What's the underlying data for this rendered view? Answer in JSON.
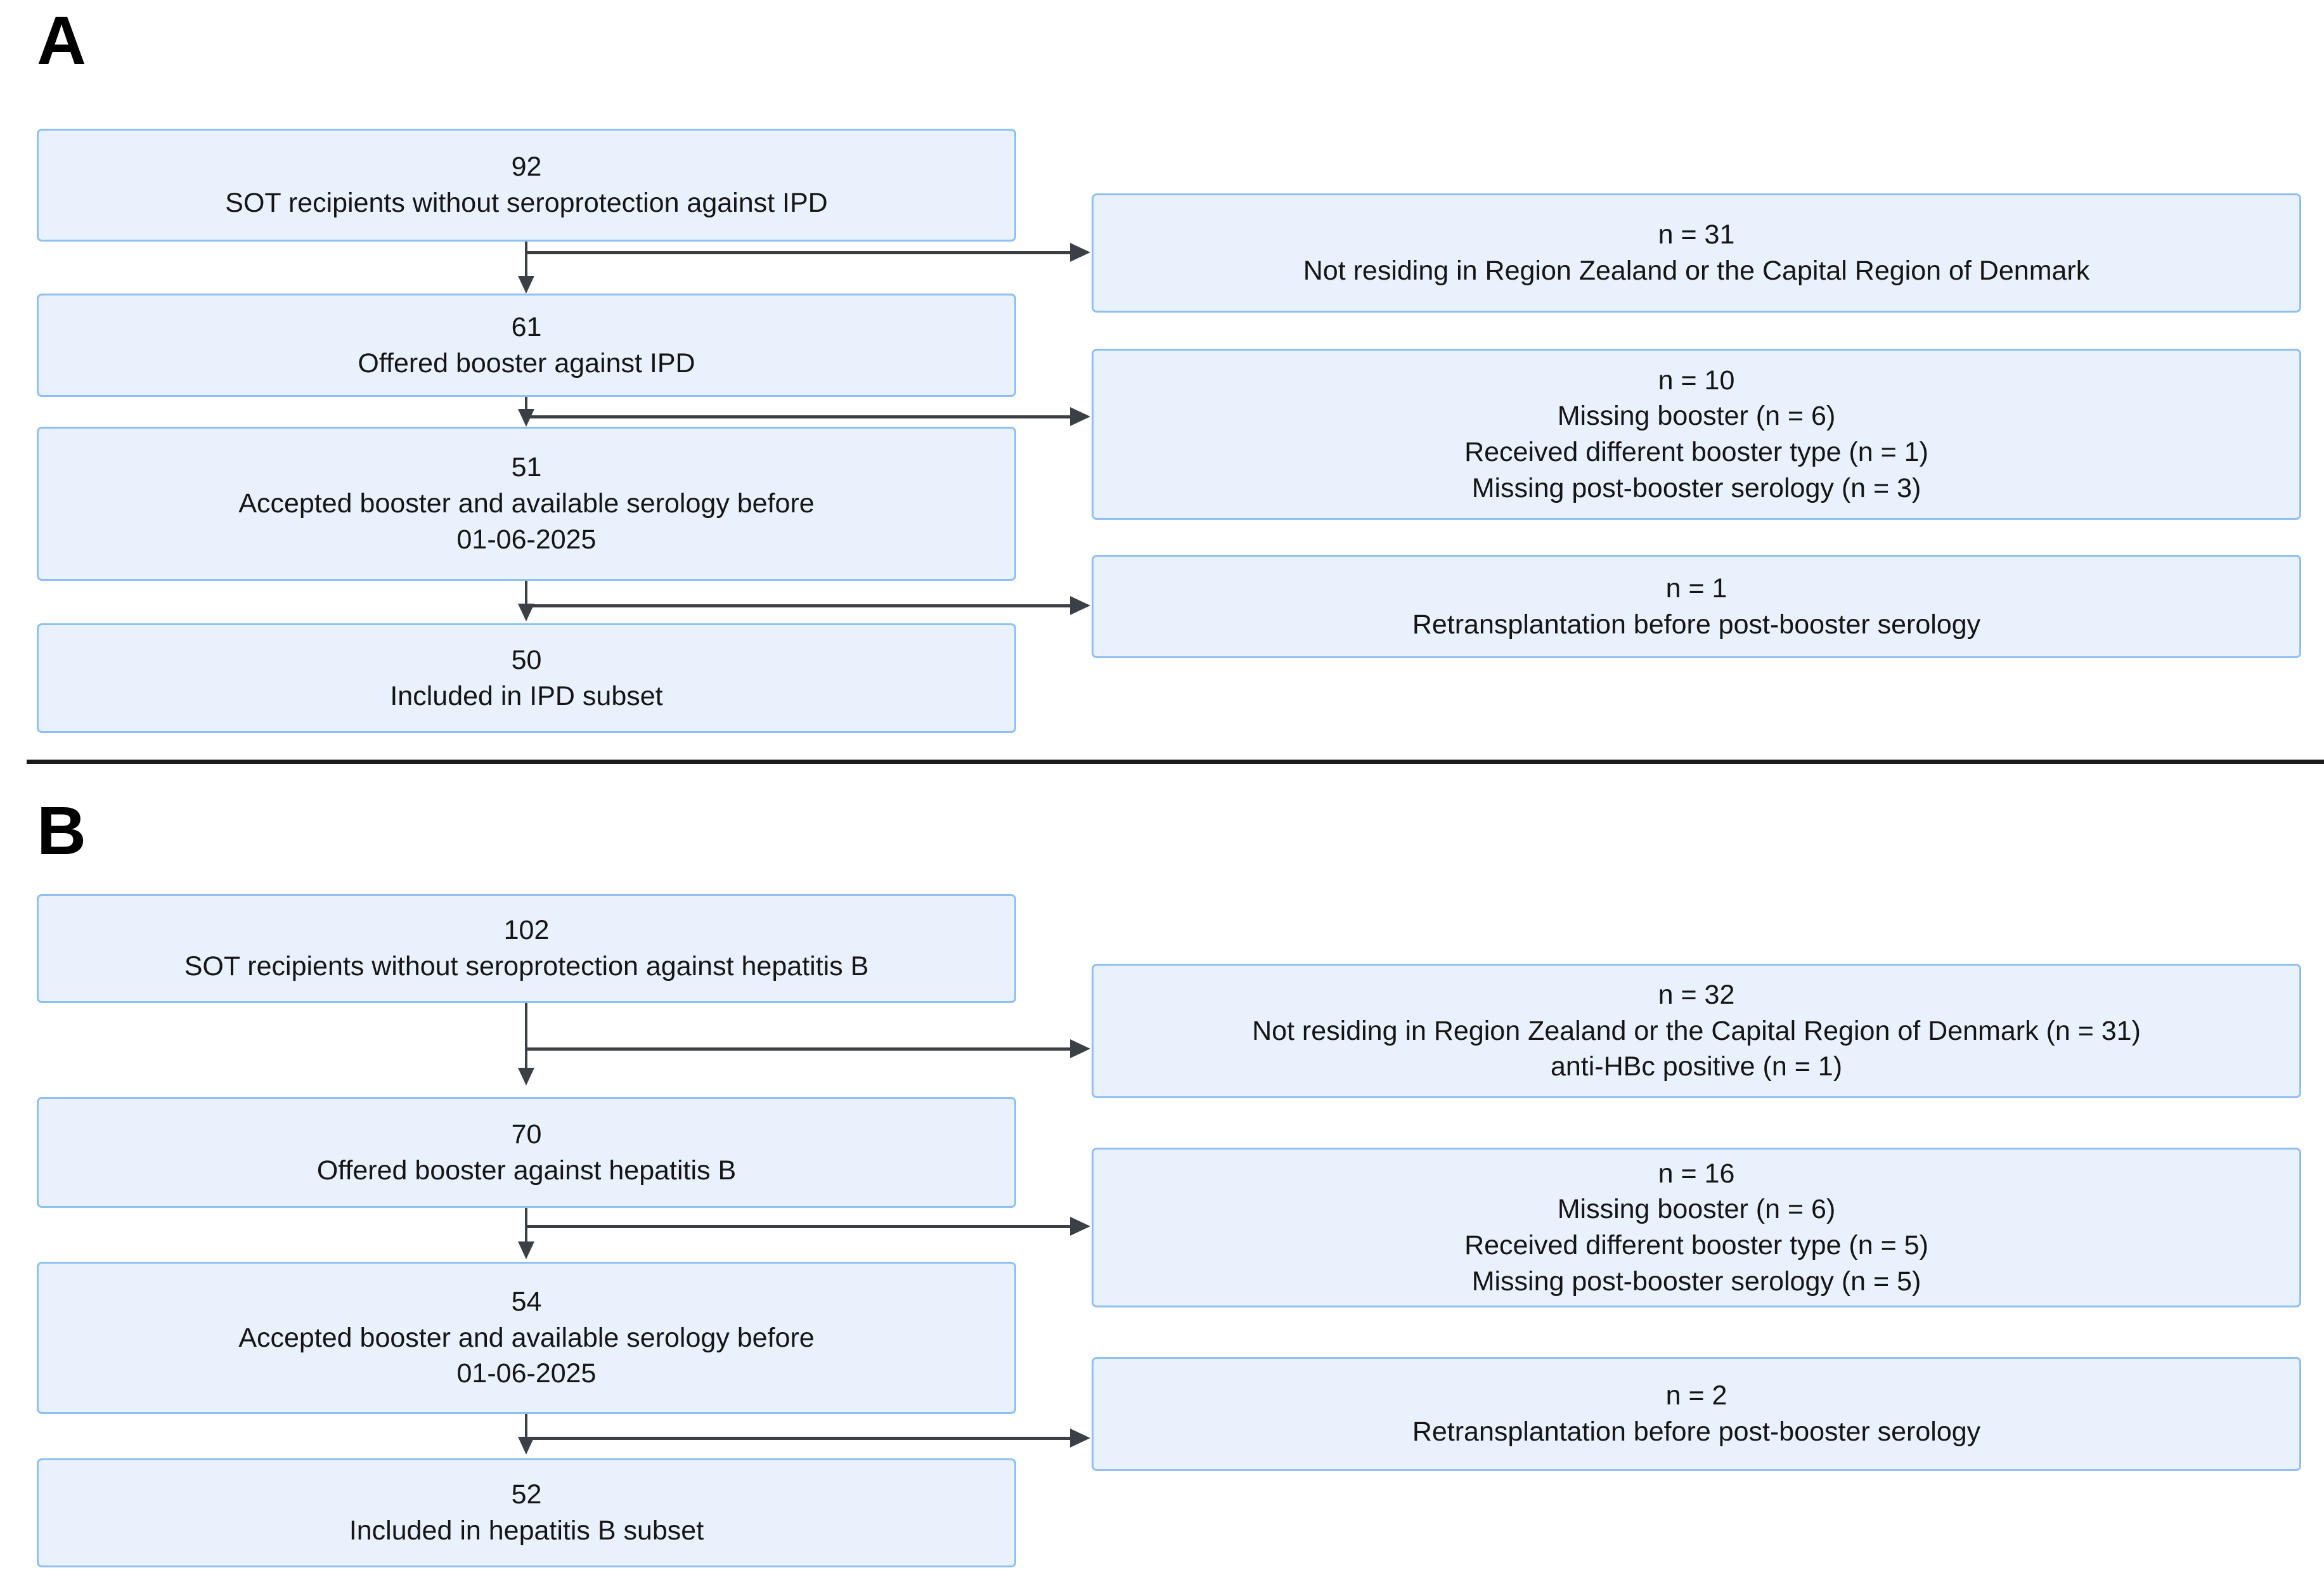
{
  "figure": {
    "panels": [
      {
        "letter": "A",
        "flow": [
          {
            "count": "92",
            "label": "SOT recipients without seroprotection against IPD"
          },
          {
            "count": "61",
            "label": "Offered booster against IPD"
          },
          {
            "count": "51",
            "label": "Accepted booster and available serology before",
            "label2": "01-06-2025"
          },
          {
            "count": "50",
            "label": "Included in IPD subset"
          }
        ],
        "exclusions": [
          {
            "n": "n = 31",
            "reasons": [
              "Not residing in Region Zealand or the Capital Region of Denmark"
            ]
          },
          {
            "n": "n = 10",
            "reasons": [
              "Missing booster (n = 6)",
              "Received different booster type (n = 1)",
              "Missing post-booster serology (n = 3)"
            ]
          },
          {
            "n": "n = 1",
            "reasons": [
              "Retransplantation before post-booster serology"
            ]
          }
        ]
      },
      {
        "letter": "B",
        "flow": [
          {
            "count": "102",
            "label": "SOT recipients without seroprotection against hepatitis B"
          },
          {
            "count": "70",
            "label": "Offered booster against hepatitis B"
          },
          {
            "count": "54",
            "label": "Accepted booster and available serology before",
            "label2": "01-06-2025"
          },
          {
            "count": "52",
            "label": "Included in hepatitis B subset"
          }
        ],
        "exclusions": [
          {
            "n": "n = 32",
            "reasons": [
              "Not residing in Region Zealand or the Capital Region of Denmark (n = 31)",
              "anti-HBc positive (n = 1)"
            ]
          },
          {
            "n": "n = 16",
            "reasons": [
              "Missing booster (n = 6)",
              "Received different booster type (n = 5)",
              "Missing post-booster serology (n = 5)"
            ]
          },
          {
            "n": "n = 2",
            "reasons": [
              "Retransplantation before post-booster serology"
            ]
          }
        ]
      }
    ],
    "colors": {
      "node_fill": "#e9f1fc",
      "node_border": "#8ec0f4",
      "connector": "#3a4046",
      "divider": "#1b1b1b",
      "text": "#151515"
    }
  }
}
